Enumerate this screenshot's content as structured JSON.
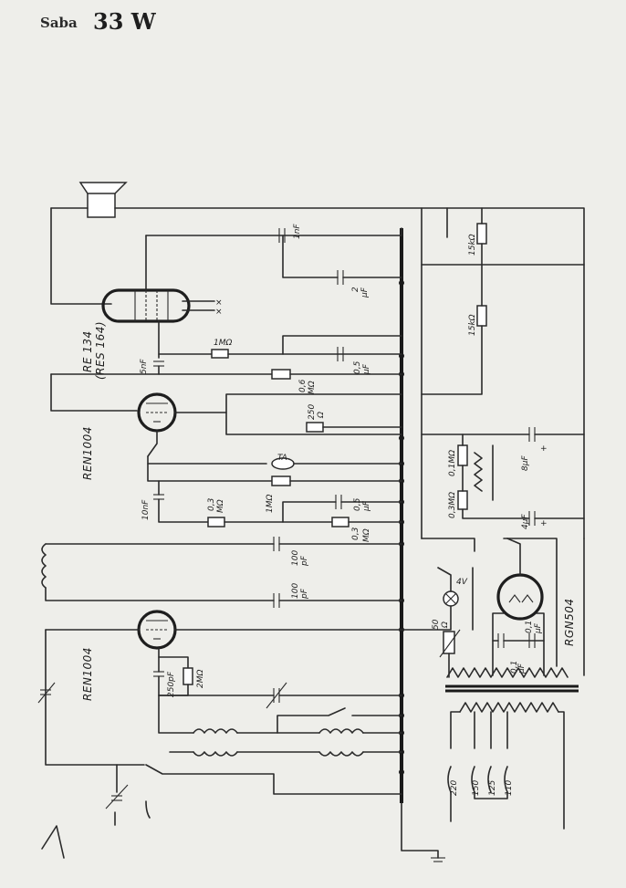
{
  "title": {
    "brand": "Saba",
    "model": "33 W"
  },
  "tubes": {
    "output": "RE 134",
    "output_alt": "(RES 164)",
    "detector": "REN1004",
    "rf": "REN1004",
    "rectifier": "RGN504"
  },
  "labels": {
    "c_1nf": "1nF",
    "c_2uf": "2",
    "c_2uf_unit": "μF",
    "r_1m_out": "1MΩ",
    "c_5nf": "5nF",
    "c_05uf_a": "0,5",
    "c_05uf_a_unit": "μF",
    "r_06m": "0,6",
    "r_06m_unit": "MΩ",
    "r_250": "250",
    "r_250_unit": "Ω",
    "ta": "TA",
    "c_10nf": "10nF",
    "r_1m_a": "1MΩ",
    "c_05uf_b": "0,5",
    "c_05uf_b_unit": "μF",
    "r_03m_a": "0,3",
    "r_03m_a_unit": "MΩ",
    "r_03m_b": "0,3",
    "r_03m_b_unit": "MΩ",
    "c_100pf_a": "100",
    "c_100pf_a_unit": "pF",
    "c_100pf_b": "100",
    "c_100pf_b_unit": "pF",
    "c_250pf": "250pF",
    "r_2m": "2MΩ",
    "r_15k_a": "15kΩ",
    "r_15k_b": "15kΩ",
    "r_01m": "0,1MΩ",
    "r_03m_c": "0,3MΩ",
    "c_8uf": "8μF",
    "c_4uf": "4μF",
    "lamp_v": "4V",
    "r_50": "50",
    "r_50_unit": "Ω",
    "c_01uf_a": "0,1",
    "c_01uf_a_unit": "μF",
    "c_01uf_b": "0,1",
    "c_01uf_b_unit": "μF",
    "tap_220": "220",
    "tap_150": "150",
    "tap_125": "125",
    "tap_110": "110"
  }
}
